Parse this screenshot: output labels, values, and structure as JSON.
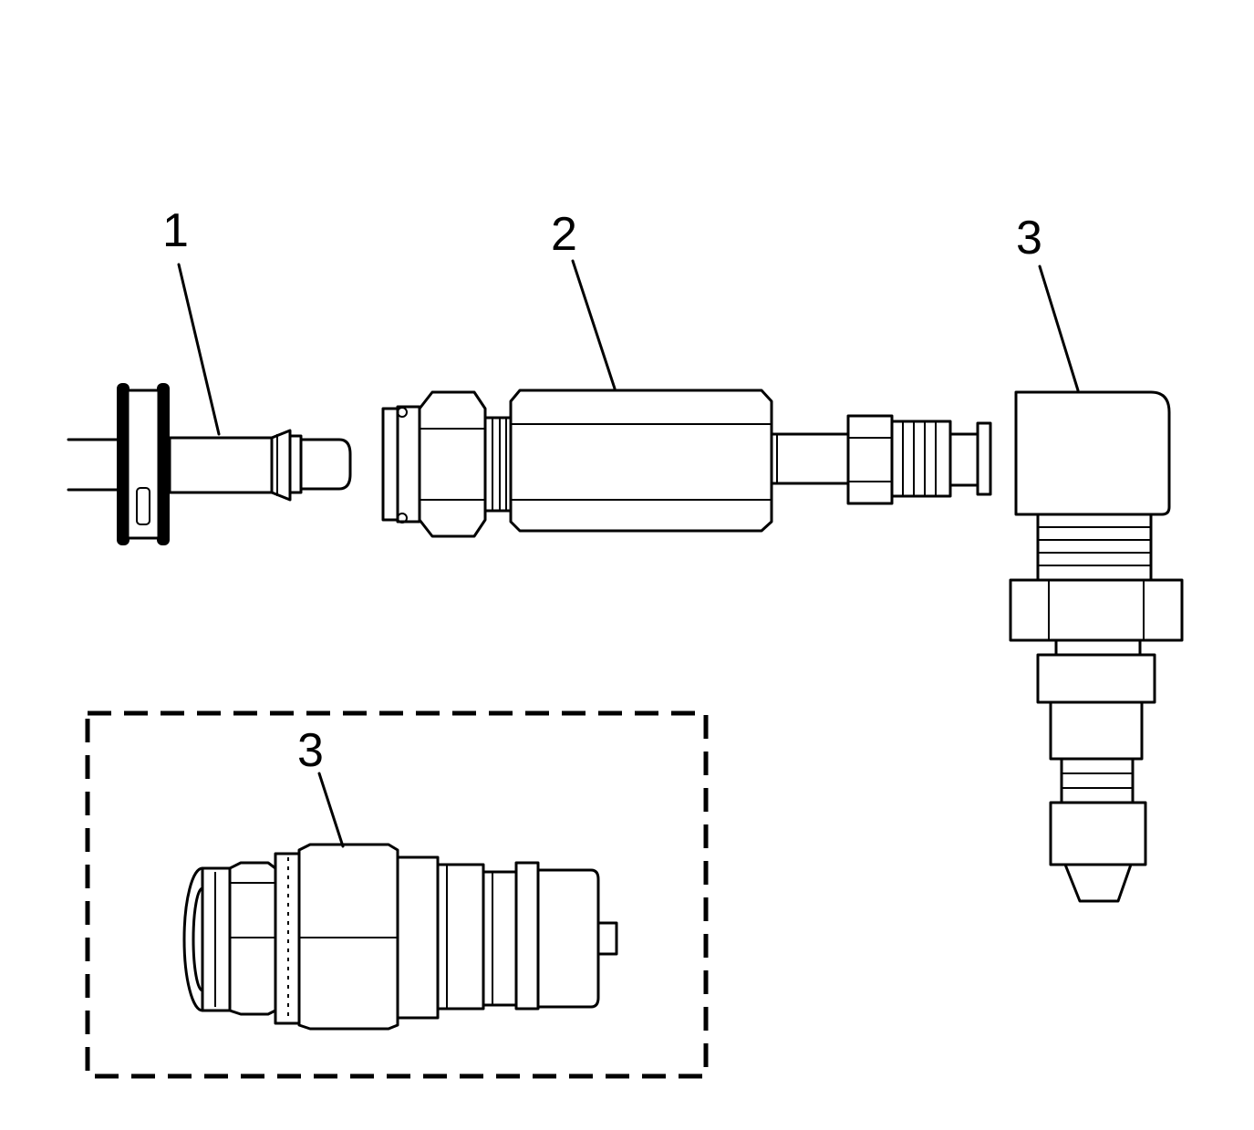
{
  "callouts": {
    "c1": "1",
    "c2": "2",
    "c3": "3",
    "c3_detail": "3"
  },
  "colors": {
    "ink": "#000000",
    "paper": "#ffffff"
  }
}
